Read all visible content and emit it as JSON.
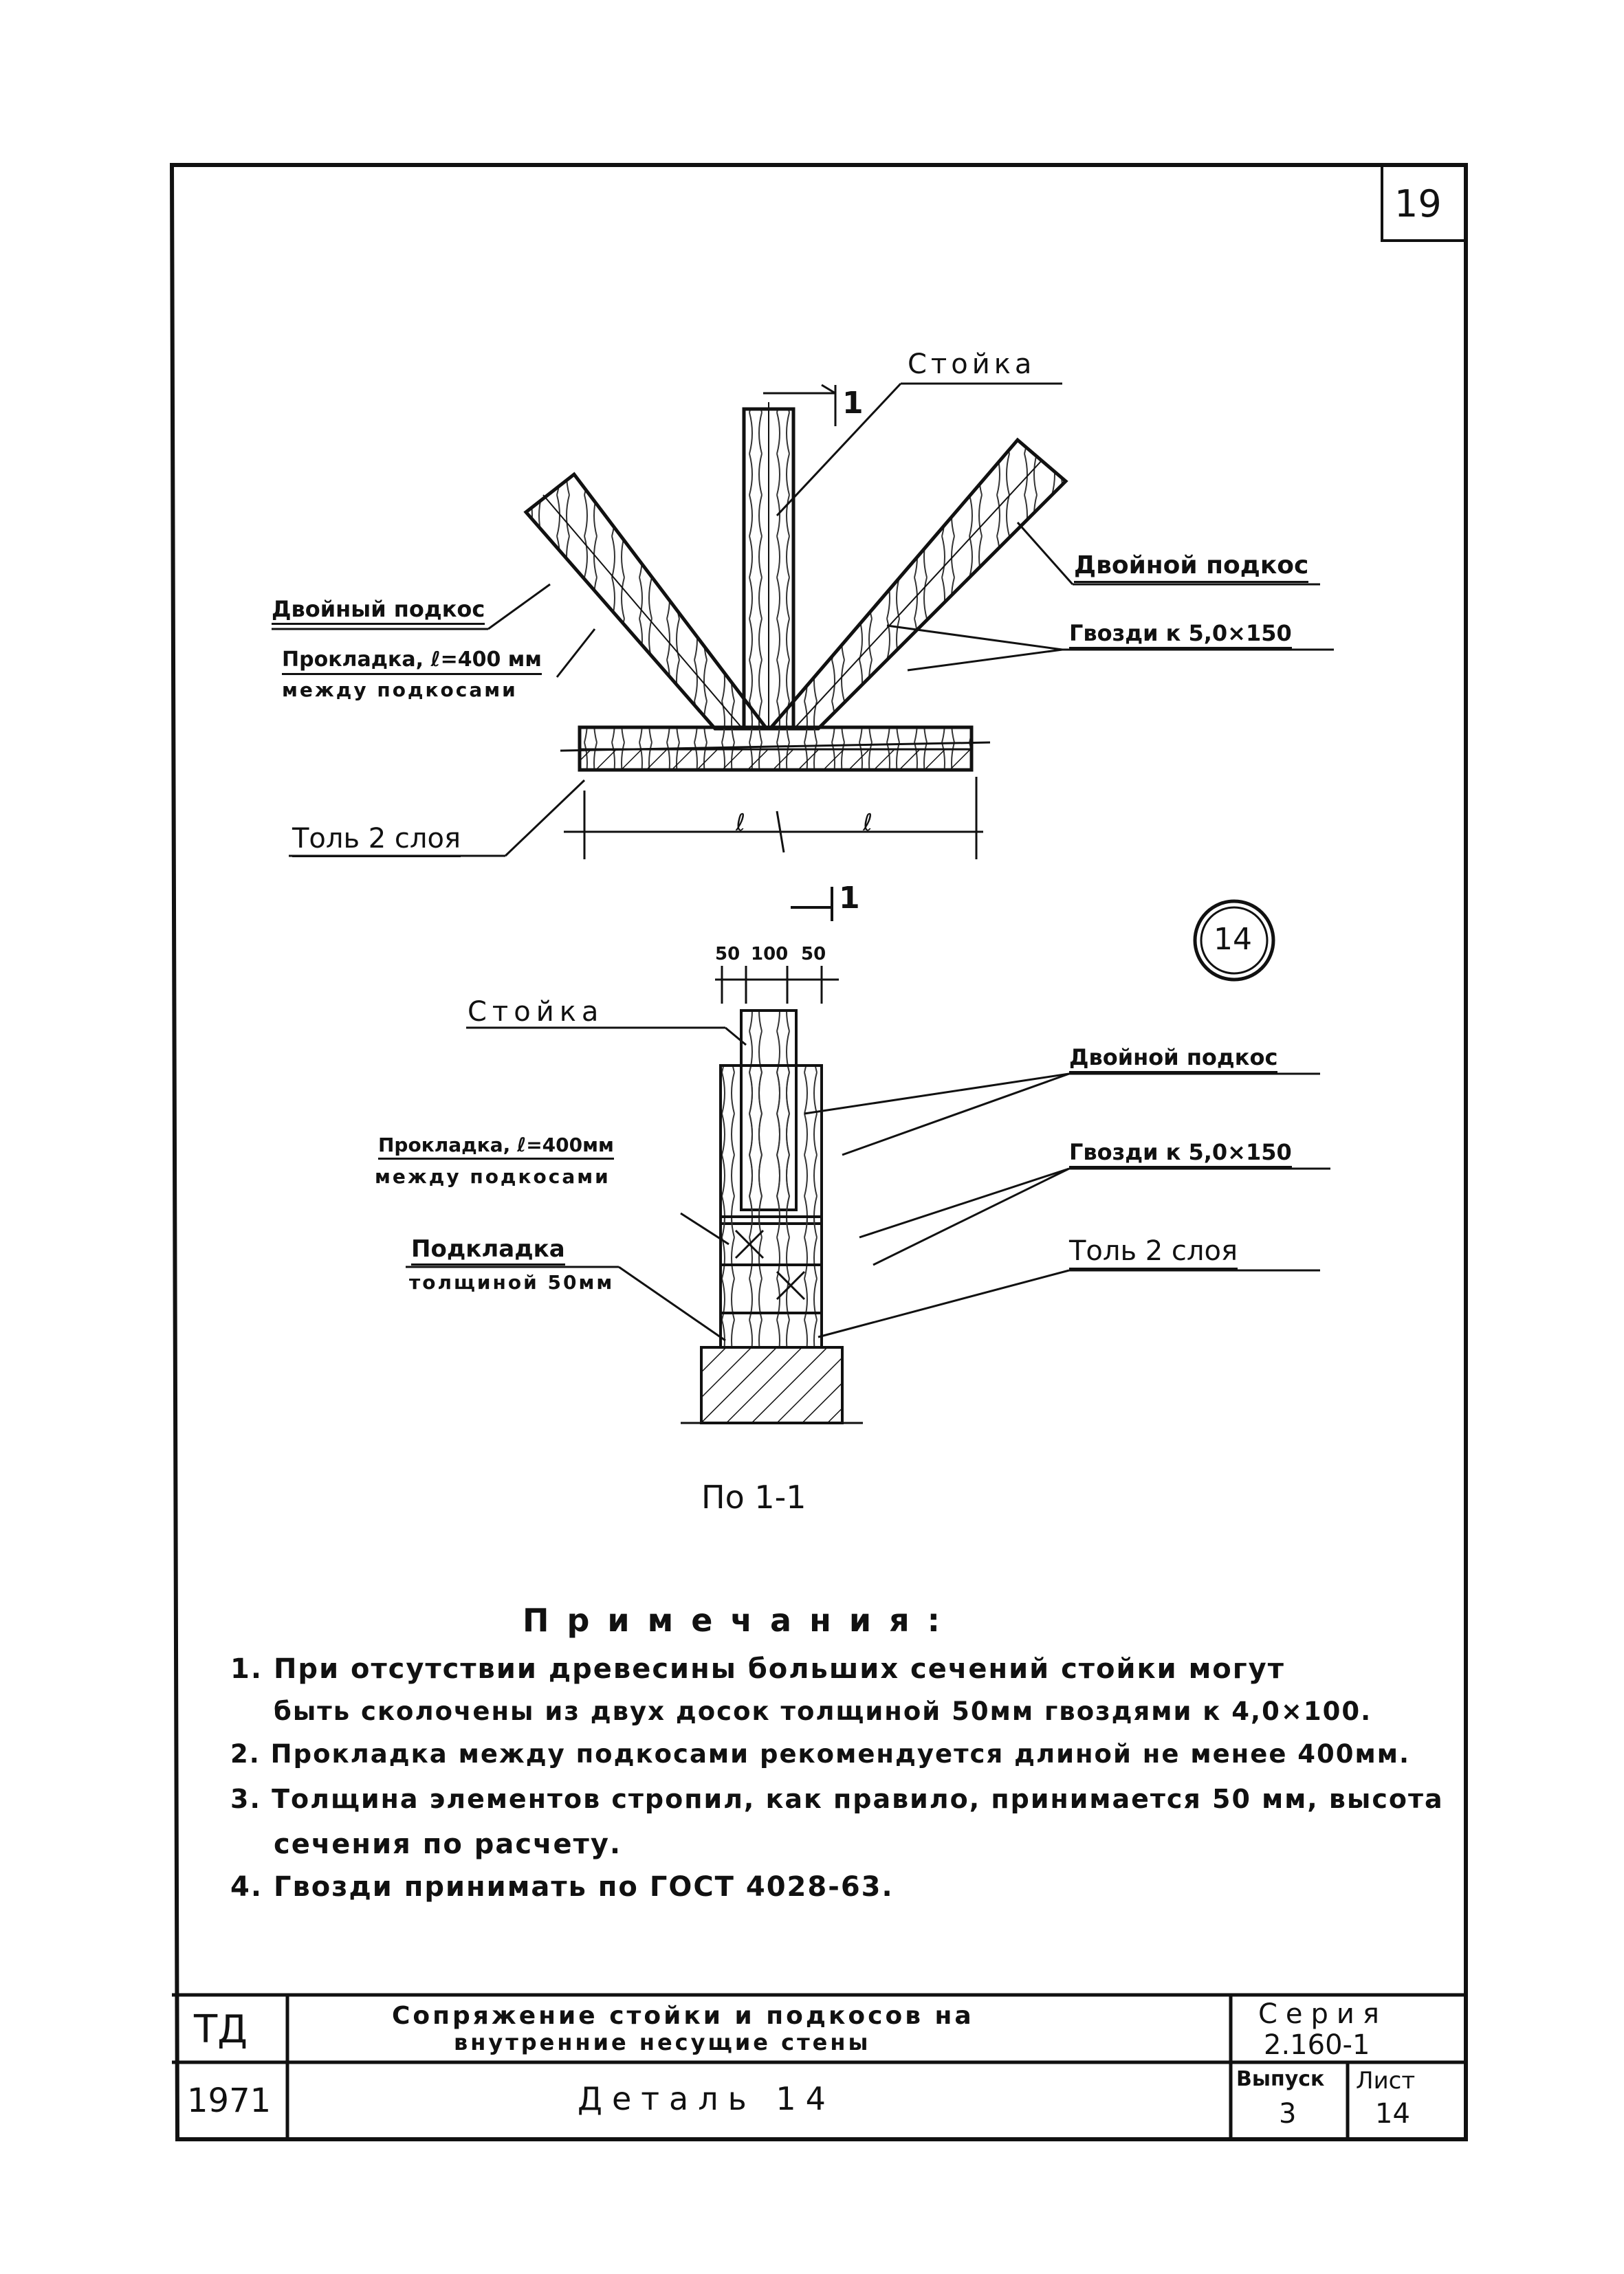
{
  "sheet": {
    "number": "19",
    "detail_circle": "14"
  },
  "top_view": {
    "post_label": "Стойка",
    "double_brace_left": "Двойный подкос",
    "double_brace_right": "Двойной подкос",
    "spacer_line1": "Прокладка, ℓ=400 мм",
    "spacer_line2": "между подкосами",
    "nails": "Гвозди к 5,0×150",
    "roofing": "Толь 2 слоя",
    "section_mark": "1",
    "dim_left": "ℓ",
    "dim_right": "ℓ"
  },
  "section_view": {
    "section_mark": "1",
    "dims": [
      "50",
      "100",
      "50"
    ],
    "post_label": "Стойка",
    "double_brace": "Двойной подкос",
    "spacer_line1": "Прокладка, ℓ=400мм",
    "spacer_line2": "между подкосами",
    "nails": "Гвозди к 5,0×150",
    "pad_line1": "Подкладка",
    "pad_line2": "толщиной 50мм",
    "roofing": "Толь 2 слоя",
    "caption": "По 1-1"
  },
  "notes": {
    "title": "Примечания:",
    "items": [
      "1. При отсутствии древесины больших сечений стойки могут",
      "быть сколочены из двух досок толщиной 50мм гвоздями к 4,0×100.",
      "2. Прокладка между подкосами рекомендуется длиной не менее 400мм.",
      "3. Толщина элементов стропил, как правило, принимается 50 мм, высота",
      "сечения по расчету.",
      "4. Гвозди принимать по ГОСТ 4028-63."
    ]
  },
  "title_block": {
    "org": "ТД",
    "year": "1971",
    "title_line1": "Сопряжение стойки и подкосов на",
    "title_line2": "внутренние несущие стены",
    "detail": "Деталь 14",
    "series_label": "Серия",
    "series_value": "2.160-1",
    "issue_label": "Выпуск",
    "issue_value": "3",
    "sheet_label": "Лист",
    "sheet_value": "14"
  },
  "colors": {
    "ink": "#111111",
    "paper": "#ffffff"
  }
}
